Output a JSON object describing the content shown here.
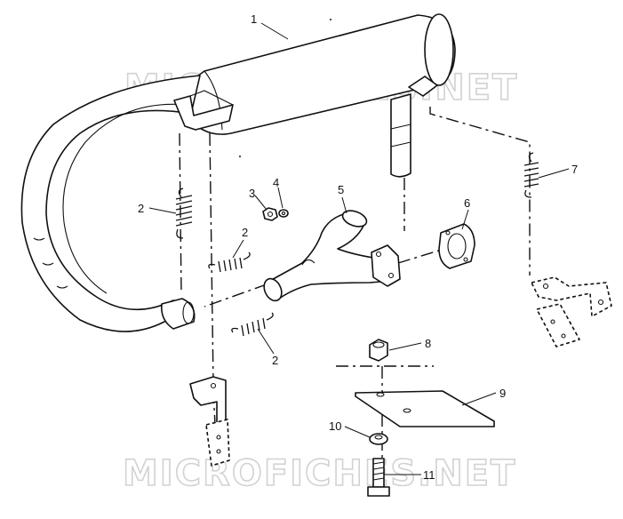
{
  "watermark": {
    "top": "MICROFICHES.NET",
    "bottom": "MICROFICHES.NET"
  },
  "callouts": [
    {
      "id": "1",
      "label": "1"
    },
    {
      "id": "2a",
      "label": "2"
    },
    {
      "id": "2b",
      "label": "2"
    },
    {
      "id": "2c",
      "label": "2"
    },
    {
      "id": "3",
      "label": "3"
    },
    {
      "id": "4",
      "label": "4"
    },
    {
      "id": "5",
      "label": "5"
    },
    {
      "id": "6",
      "label": "6"
    },
    {
      "id": "7",
      "label": "7"
    },
    {
      "id": "8",
      "label": "8"
    },
    {
      "id": "9",
      "label": "9"
    },
    {
      "id": "10",
      "label": "10"
    },
    {
      "id": "11",
      "label": "11"
    }
  ],
  "colors": {
    "line": "#111111",
    "watermark": "#d2d2d2",
    "background": "#ffffff"
  }
}
